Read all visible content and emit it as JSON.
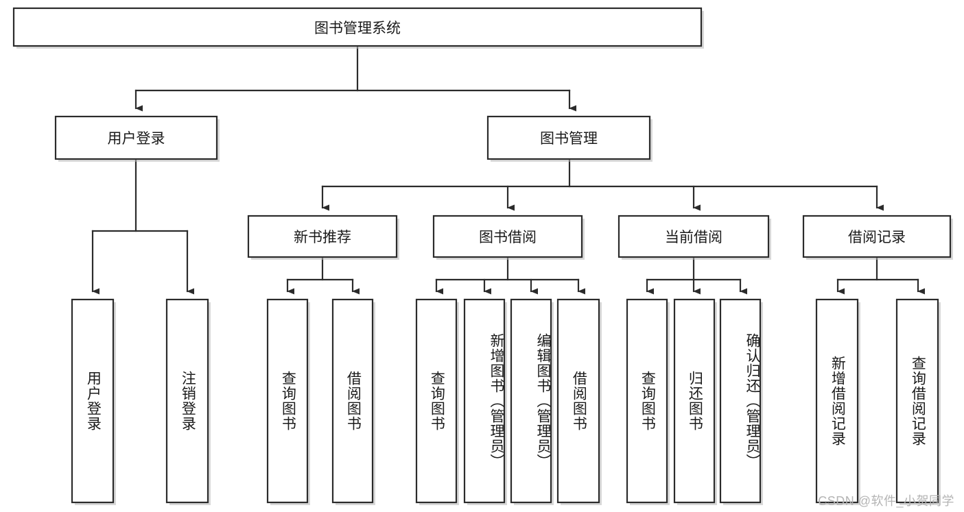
{
  "diagram": {
    "title_node": {
      "label": "图书管理系统"
    },
    "level2": [
      {
        "id": "user-login",
        "label": "用户登录"
      },
      {
        "id": "book-management",
        "label": "图书管理"
      }
    ],
    "level3": [
      {
        "id": "new-book-recommend",
        "label": "新书推荐"
      },
      {
        "id": "book-borrow",
        "label": "图书借阅"
      },
      {
        "id": "current-borrow",
        "label": "当前借阅"
      },
      {
        "id": "borrow-record",
        "label": "借阅记录"
      }
    ],
    "leaves": [
      {
        "id": "leaf-user-login",
        "label": "用户登录",
        "parent": "user-login"
      },
      {
        "id": "leaf-user-logout",
        "label": "注销登录",
        "parent": "user-login"
      },
      {
        "id": "leaf-query-book-1",
        "label": "查询图书",
        "parent": "new-book-recommend"
      },
      {
        "id": "leaf-borrow-book-1",
        "label": "借阅图书",
        "parent": "new-book-recommend"
      },
      {
        "id": "leaf-query-book-2",
        "label": "查询图书",
        "parent": "book-borrow"
      },
      {
        "id": "leaf-add-book",
        "label": "新增图书（管理员）",
        "parent": "book-borrow"
      },
      {
        "id": "leaf-edit-book",
        "label": "编辑图书（管理员）",
        "parent": "book-borrow"
      },
      {
        "id": "leaf-borrow-book-2",
        "label": "借阅图书",
        "parent": "book-borrow"
      },
      {
        "id": "leaf-query-book-3",
        "label": "查询图书",
        "parent": "current-borrow"
      },
      {
        "id": "leaf-return-book",
        "label": "归还图书",
        "parent": "current-borrow"
      },
      {
        "id": "leaf-confirm-return",
        "label": "确认归还（管理员）",
        "parent": "current-borrow"
      },
      {
        "id": "leaf-add-record",
        "label": "新增借阅记录",
        "parent": "borrow-record"
      },
      {
        "id": "leaf-query-record",
        "label": "查询借阅记录",
        "parent": "borrow-record"
      }
    ],
    "colors": {
      "stroke": "#2b2b2b",
      "fill": "#ffffff",
      "text": "#1a1a1a",
      "watermark": "#b4b4b4"
    }
  },
  "watermark": {
    "text": "CSDN @软件_小贺同学"
  }
}
